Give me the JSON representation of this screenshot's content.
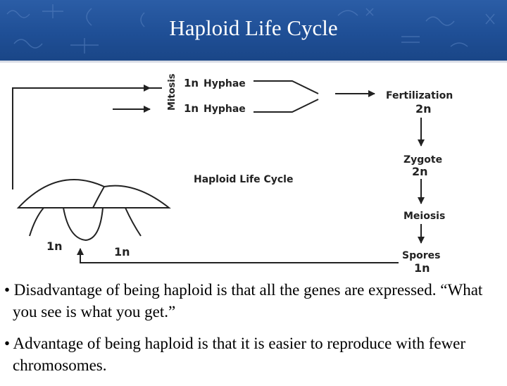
{
  "title": "Haploid Life Cycle",
  "diagram": {
    "center_label": "Haploid Life Cycle",
    "mitosis": "Mitosis",
    "hyphae": [
      {
        "ploidy": "1n",
        "label": "Hyphae"
      },
      {
        "ploidy": "1n",
        "label": "Hyphae"
      }
    ],
    "stages": [
      {
        "label": "Fertilization",
        "ploidy": "2n"
      },
      {
        "label": "Zygote",
        "ploidy": "2n"
      },
      {
        "label": "Meiosis",
        "ploidy": ""
      },
      {
        "label": "Spores",
        "ploidy": "1n"
      }
    ],
    "cap_labels": [
      "1n",
      "1n"
    ]
  },
  "bullets": [
    "• Disadvantage of being haploid is that all the genes are expressed.  “What you see is what you get.”",
    "• Advantage of being haploid is that it is easier to reproduce with fewer chromosomes."
  ],
  "colors": {
    "banner": "#1f4f96",
    "title_text": "#ffffff",
    "ink": "#222222"
  }
}
